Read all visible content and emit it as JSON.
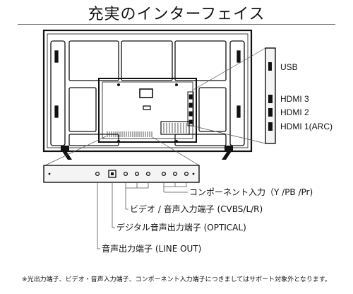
{
  "title": "充実のインターフェイス",
  "side_ports": {
    "usb": "USB",
    "hdmi3": "HDMI 3",
    "hdmi2": "HDMI 2",
    "hdmi1": "HDMI 1(ARC)"
  },
  "bottom_ports": {
    "component": "コンポーネント入力（Y /PB /Pr)",
    "video_audio": "ビデオ / 音声入力端子 (CVBS/L/R)",
    "optical": "デジタル音声出力端子 (OPTICAL)",
    "line_out": "音声出力端子 (LINE OUT)"
  },
  "footnote": "※光出力端子、ビデオ・音声入力端子、コンポーネント入力端子につきましてはサポート対象外となります。"
}
